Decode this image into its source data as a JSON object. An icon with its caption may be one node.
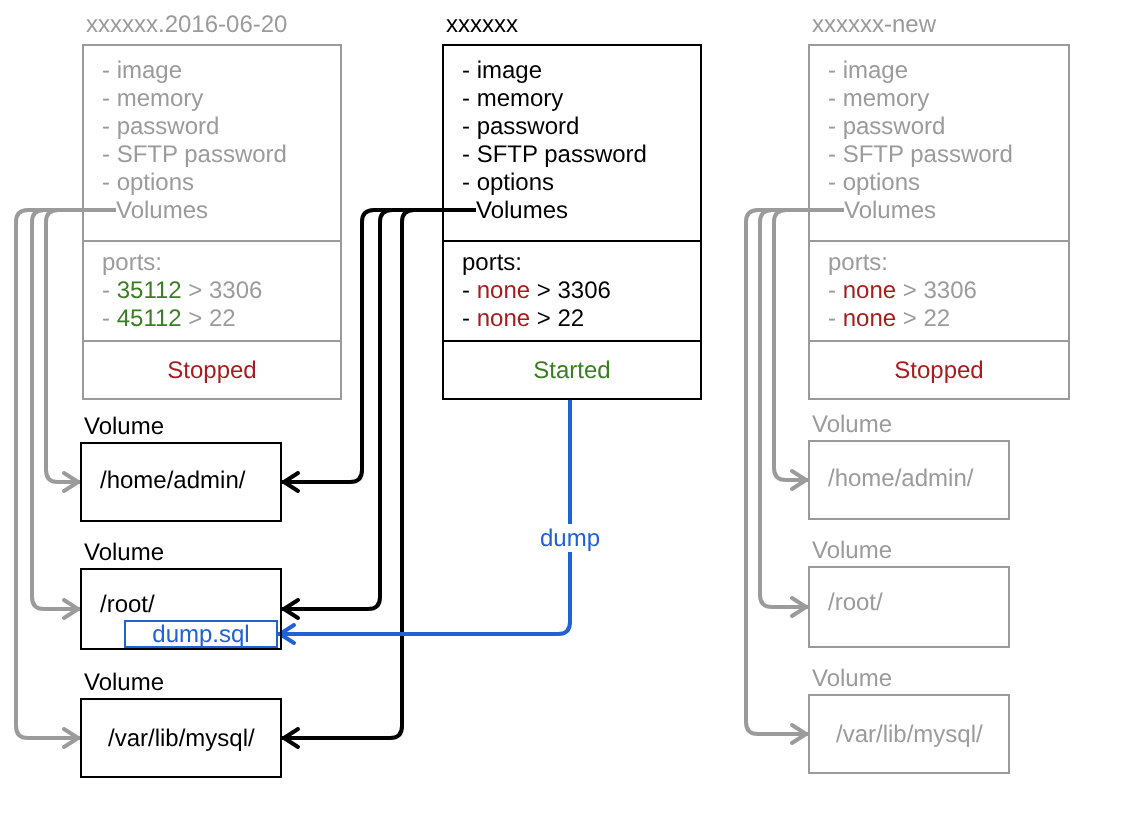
{
  "diagram": {
    "nodes": [
      {
        "text": [
          "xxxxxx.2016-06-20"
        ]
      },
      {
        "text": [
          "- image",
          "- memory",
          "- password",
          "- SFTP password",
          "- options"
        ],
        "in": 0
      },
      {
        "text": [
          "Volumes"
        ],
        "in": 1
      },
      {
        "text": [
          "ports:",
          "- 35112 > 3306",
          "- 45112 > 22"
        ],
        "in": 0
      },
      {
        "text": [
          "Stopped"
        ],
        "in": 0
      },
      {
        "text": [
          "xxxxxx"
        ]
      },
      {
        "text": [
          "- image",
          "- memory",
          "- password",
          "- SFTP password",
          "- options"
        ],
        "in": 5
      },
      {
        "text": [
          "Volumes"
        ],
        "in": 6
      },
      {
        "text": [
          "ports:",
          "- none > 3306",
          "- none > 22"
        ],
        "in": 5
      },
      {
        "text": [
          "Started"
        ],
        "in": 5
      },
      {
        "text": [
          "xxxxxx-new"
        ]
      },
      {
        "text": [
          "- image",
          "- memory",
          "- password",
          "- SFTP password",
          "- options"
        ],
        "in": 10
      },
      {
        "text": [
          "Volumes"
        ],
        "in": 11
      },
      {
        "text": [
          "ports:",
          "- none > 3306",
          "- none > 22"
        ],
        "in": 10
      },
      {
        "text": [
          "Stopped"
        ],
        "in": 10
      },
      {
        "text": [
          "Volume",
          "/home/admin/"
        ]
      },
      {
        "text": [
          "Volume",
          "/root/"
        ]
      },
      {
        "text": [
          "dump.sql"
        ],
        "in": 16
      },
      {
        "text": [
          "Volume",
          "/var/lib/mysql/"
        ]
      },
      {
        "text": [
          "Volume",
          "/home/admin/"
        ]
      },
      {
        "text": [
          "Volume",
          "/root/"
        ]
      },
      {
        "text": [
          "Volume",
          "/var/lib/mysql/"
        ]
      }
    ],
    "edges": [
      {
        "from": 2,
        "to": 15,
        "arrow": "to"
      },
      {
        "from": 2,
        "to": 16,
        "arrow": "to"
      },
      {
        "from": 2,
        "to": 18,
        "arrow": "to"
      },
      {
        "from": 7,
        "to": 15,
        "arrow": "to",
        "color": "#000000"
      },
      {
        "from": 7,
        "to": 16,
        "arrow": "to",
        "color": "#000000"
      },
      {
        "from": 7,
        "to": 18,
        "arrow": "to",
        "color": "#000000"
      },
      {
        "from": 5,
        "to": 17,
        "arrow": "to",
        "label": "dump",
        "color": "#2062d6"
      },
      {
        "from": 12,
        "to": 19,
        "arrow": "to"
      },
      {
        "from": 12,
        "to": 20,
        "arrow": "to"
      },
      {
        "from": 12,
        "to": 21,
        "arrow": "to"
      }
    ]
  }
}
